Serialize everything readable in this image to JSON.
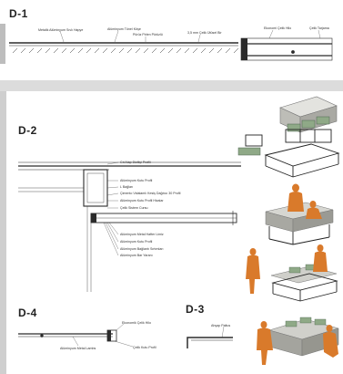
{
  "sheet": {
    "d1": {
      "label": "D-1",
      "notes": [
        "Metalik Alüminyum Sıvlı Hapye",
        "Alüminyum Tünel Köşe",
        "Pürüz Pirlen Pürüzlü",
        "3,5 mm Çelik Ütüsel Bir",
        "Ekonomi Çelik Hilo",
        "Çelik Tarjama"
      ]
    },
    "d2": {
      "label": "D-2",
      "notes_top": [
        "Cıt Alap Dizilişi Profili",
        "Alüminyum Kutu Profil",
        "L Bağları",
        "Çimento Vidalamlı Kesiş Dağıtıcı 30 Profil",
        "Alüminyum Kutu Profil Hizalar",
        "Çelik Sistem Cursu"
      ],
      "notes_bottom": [
        "Alüminyum Metal Hafter Limiz",
        "Alüminyum Kutu Profil",
        "Alüminyum Bağlantı Sırtımları",
        "Alüminyum Bar Yaranı"
      ]
    },
    "d3": {
      "label": "D-3",
      "note": "Ahşap Paltus"
    },
    "d4": {
      "label": "D-4",
      "notes": [
        "Ekonomik Çelik Hilo",
        "Alüminyum Metal Lambs",
        "Çelik Kutu Profil"
      ]
    },
    "colors": {
      "accent": "#d97a2b",
      "line": "#2b2b2b",
      "greenery": "#8fa987",
      "concrete": "#c8c8c3"
    }
  }
}
